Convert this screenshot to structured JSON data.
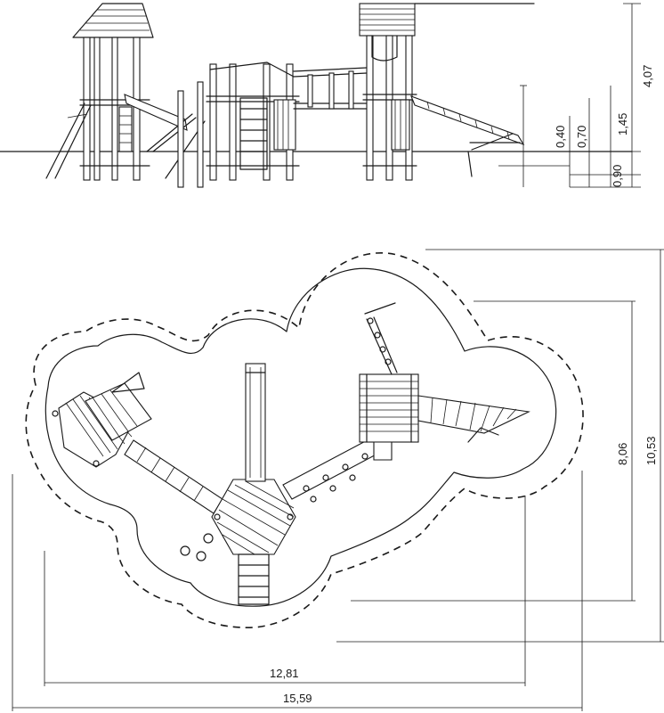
{
  "elevation": {
    "dimensions": {
      "height_total": "4,07",
      "height_145": "1,45",
      "height_070": "0,70",
      "height_040": "0,40",
      "depth_090": "0,90"
    }
  },
  "plan": {
    "dimensions": {
      "width_inner": "12,81",
      "width_outer": "15,59",
      "height_inner": "8,06",
      "height_outer": "10,53"
    }
  }
}
